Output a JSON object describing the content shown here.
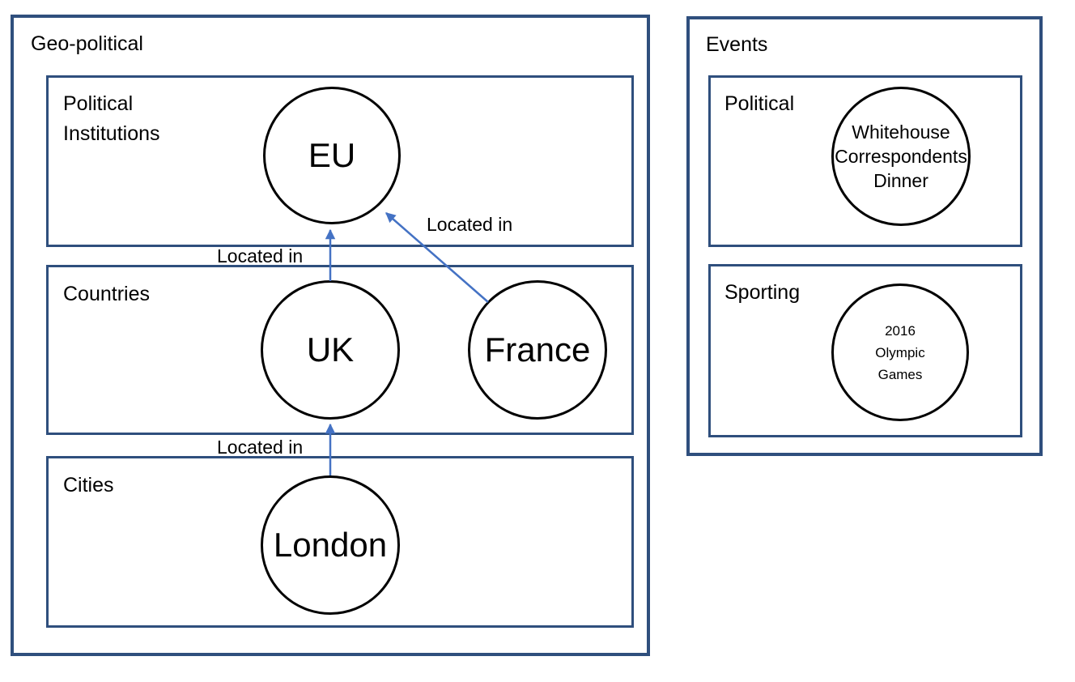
{
  "geo_political": {
    "title": "Geo-political",
    "sections": [
      {
        "label": "Political Institutions"
      },
      {
        "label": "Countries"
      },
      {
        "label": "Cities"
      }
    ],
    "nodes": [
      {
        "label": "EU"
      },
      {
        "label": "UK"
      },
      {
        "label": "France"
      },
      {
        "label": "London"
      }
    ]
  },
  "events": {
    "title": "Events",
    "sections": [
      {
        "label": "Political"
      },
      {
        "label": "Sporting"
      }
    ],
    "nodes": [
      {
        "label": "Whitehouse Correspondents Dinner",
        "lines": [
          "Whitehouse",
          "Correspondents",
          "Dinner"
        ]
      },
      {
        "label": "2016 Olympic Games",
        "lines": [
          "2016",
          "Olympic",
          "Games"
        ]
      }
    ]
  },
  "relations": [
    {
      "from": "UK",
      "to": "EU",
      "label": "Located in"
    },
    {
      "from": "France",
      "to": "EU",
      "label": "Located in"
    },
    {
      "from": "London",
      "to": "UK",
      "label": "Located in"
    }
  ],
  "colors": {
    "box_border": "#2F4F7D",
    "arrow": "#4472C4",
    "node_border": "#000000",
    "text": "#000000",
    "background": "#FFFFFF"
  }
}
